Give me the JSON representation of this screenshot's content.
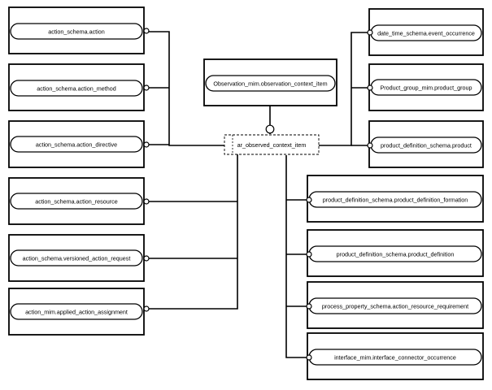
{
  "central_entity": {
    "label": "ar_observed_context_item"
  },
  "supertype": {
    "label": "Observation_mim.observation_context_item"
  },
  "left_entities": [
    {
      "label": "action_schema.action"
    },
    {
      "label": "action_schema.action_method"
    },
    {
      "label": "action_schema.action_directive"
    },
    {
      "label": "action_schema.action_resource"
    },
    {
      "label": "action_schema.versioned_action_request"
    },
    {
      "label": "action_mim.applied_action_assignment"
    }
  ],
  "right_top_entities": [
    {
      "label": "date_time_schema.event_occurrence"
    },
    {
      "label": "Product_group_mim.product_group"
    },
    {
      "label": "product_definition_schema.product"
    }
  ],
  "right_bottom_entities": [
    {
      "label": "product_definition_schema.product_definition_formation"
    },
    {
      "label": "product_definition_schema.product_definition"
    },
    {
      "label": "process_property_schema.action_resource_requirement"
    },
    {
      "label": "interface_mim.interface_connector_occurrence"
    }
  ]
}
